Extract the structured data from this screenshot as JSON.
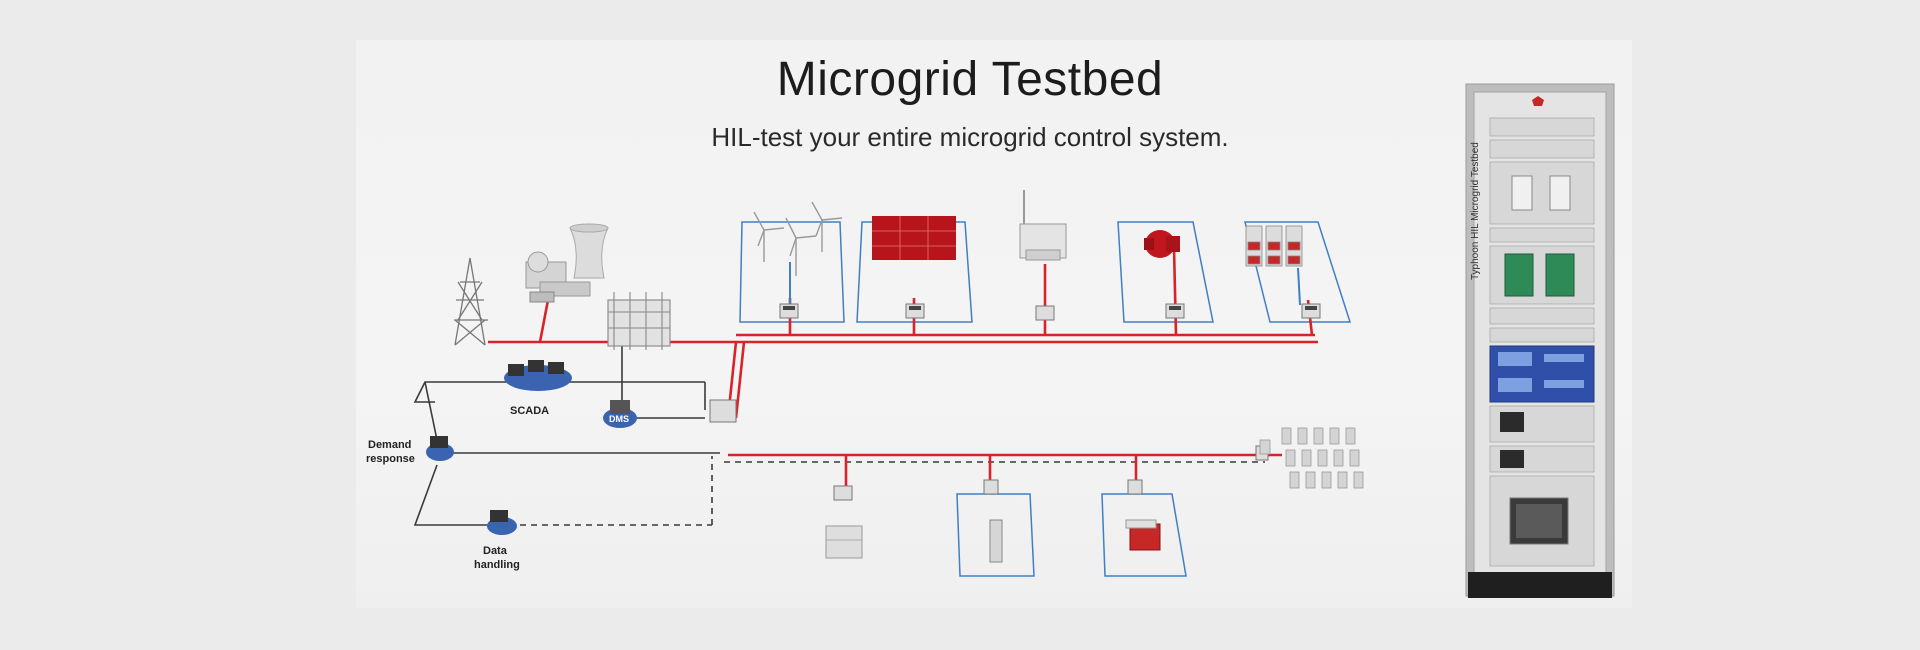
{
  "header": {
    "title": "Microgrid Testbed",
    "subtitle": "HIL-test your entire microgrid control system."
  },
  "diagram": {
    "labels": {
      "scada": "SCADA",
      "dms": "DMS",
      "demand_response_line1": "Demand",
      "demand_response_line2": "response",
      "data_handling_line1": "Data",
      "data_handling_line2": "handling"
    },
    "colors": {
      "power_line": "#d8232a",
      "comm_line": "#3a3a3a",
      "zone_border": "#3f7fc4",
      "node_blue": "#3a64b0"
    }
  },
  "cabinet": {
    "label": "Typhoon HIL  Microgrid Testbed",
    "logo_icon": "typhoon-logo-icon"
  }
}
